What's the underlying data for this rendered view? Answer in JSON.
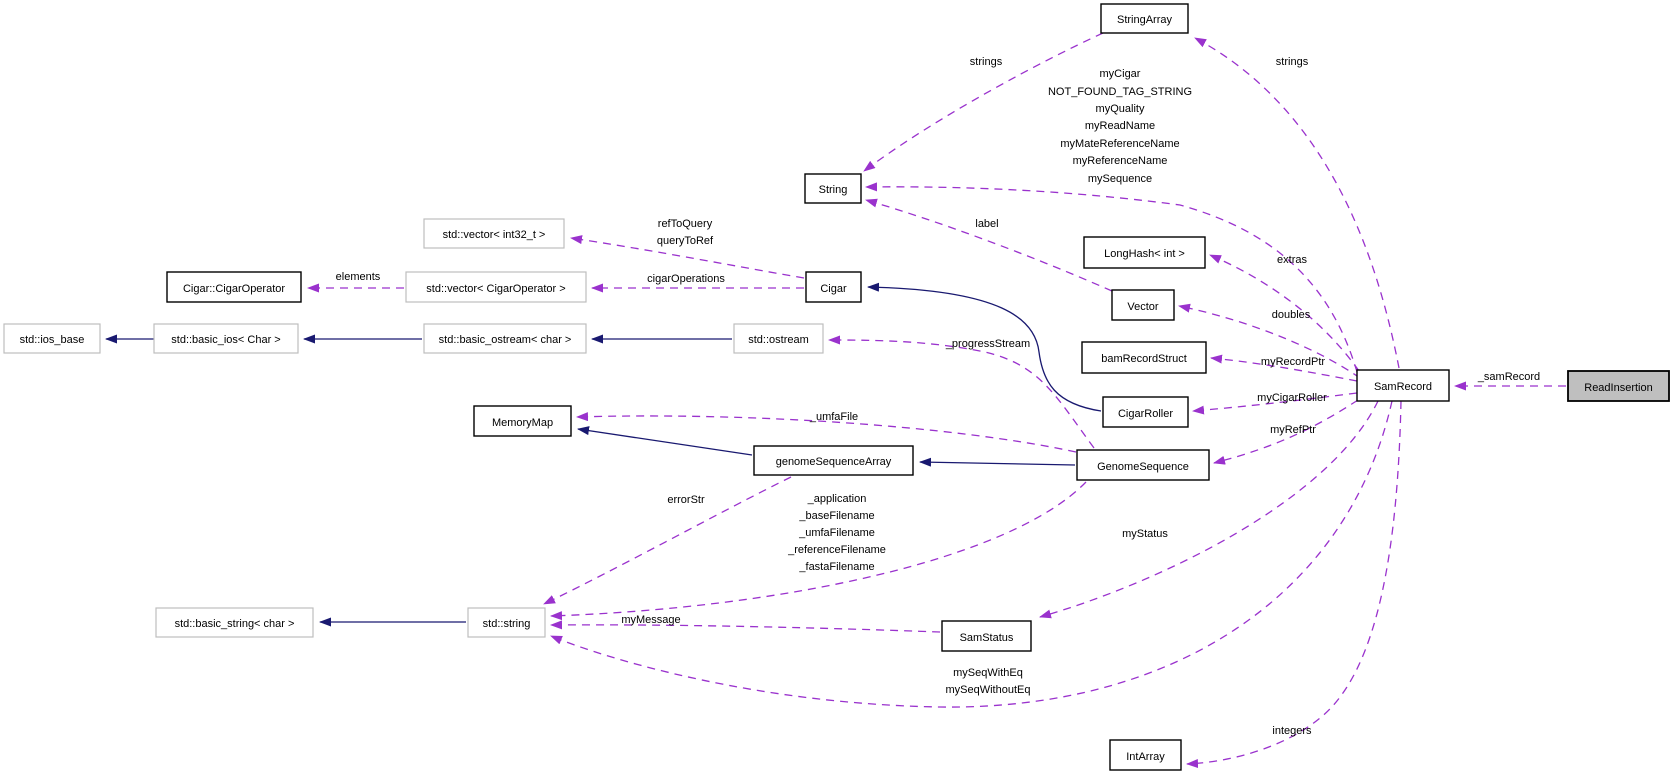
{
  "diagram": {
    "kind": "collaboration-graph",
    "nodes": {
      "stringArray": "StringArray",
      "string": "String",
      "vectorInt32": "std::vector< int32_t >",
      "cigarOperator": "Cigar::CigarOperator",
      "vectorCigarOperator": "std::vector< CigarOperator >",
      "cigar": "Cigar",
      "iosBase": "std::ios_base",
      "basicIos": "std::basic_ios< Char >",
      "basicOstream": "std::basic_ostream< char >",
      "ostream": "std::ostream",
      "longHash": "LongHash< int >",
      "vector": "Vector",
      "bamRecordStruct": "bamRecordStruct",
      "cigarRoller": "CigarRoller",
      "samRecord": "SamRecord",
      "readInsertion": "ReadInsertion",
      "memoryMap": "MemoryMap",
      "genomeSequenceArray": "genomeSequenceArray",
      "genomeSequence": "GenomeSequence",
      "basicString": "std::basic_string< char >",
      "stdString": "std::string",
      "samStatus": "SamStatus",
      "intArray": "IntArray"
    },
    "edge_labels": {
      "stringsLeft": "strings",
      "stringsRight": "strings",
      "samRecordStringFields": [
        "myCigar",
        "NOT_FOUND_TAG_STRING",
        "myQuality",
        "myReadName",
        "myMateReferenceName",
        "myReferenceName",
        "mySequence"
      ],
      "label": "label",
      "refToQuery": "refToQuery",
      "queryToRef": "queryToRef",
      "cigarOperations": "cigarOperations",
      "elements": "elements",
      "progressStream": "_progressStream",
      "extras": "extras",
      "doubles": "doubles",
      "myRecordPtr": "myRecordPtr",
      "myCigarRoller": "myCigarRoller",
      "myRefPtr": "myRefPtr",
      "samRecordRef": "_samRecord",
      "umfaFile": "_umfaFile",
      "errorStr": "errorStr",
      "genomeFilenames": [
        "_application",
        "_baseFilename",
        "_umfaFilename",
        "_referenceFilename",
        "_fastaFilename"
      ],
      "myStatus": "myStatus",
      "myMessage": "myMessage",
      "seqFields": [
        "mySeqWithEq",
        "mySeqWithoutEq"
      ],
      "integers": "integers"
    },
    "edges": [
      {
        "from": "StringArray",
        "to": "String",
        "label": "strings",
        "type": "usage"
      },
      {
        "from": "SamRecord",
        "to": "StringArray",
        "label": "strings",
        "type": "usage"
      },
      {
        "from": "SamRecord",
        "to": "String",
        "label": "myCigar NOT_FOUND_TAG_STRING myQuality myReadName myMateReferenceName myReferenceName mySequence",
        "type": "usage"
      },
      {
        "from": "Vector",
        "to": "String",
        "label": "label",
        "type": "usage"
      },
      {
        "from": "SamRecord",
        "to": "LongHash< int >",
        "label": "extras",
        "type": "usage"
      },
      {
        "from": "SamRecord",
        "to": "Vector",
        "label": "doubles",
        "type": "usage"
      },
      {
        "from": "SamRecord",
        "to": "bamRecordStruct",
        "label": "myRecordPtr",
        "type": "usage"
      },
      {
        "from": "SamRecord",
        "to": "CigarRoller",
        "label": "myCigarRoller",
        "type": "usage"
      },
      {
        "from": "SamRecord",
        "to": "GenomeSequence",
        "label": "myRefPtr",
        "type": "usage"
      },
      {
        "from": "SamRecord",
        "to": "SamStatus",
        "label": "myStatus",
        "type": "usage"
      },
      {
        "from": "SamRecord",
        "to": "std::string",
        "label": "mySeqWithEq mySeqWithoutEq",
        "type": "usage"
      },
      {
        "from": "SamRecord",
        "to": "IntArray",
        "label": "integers",
        "type": "usage"
      },
      {
        "from": "SamStatus",
        "to": "std::string",
        "label": "myMessage",
        "type": "usage"
      },
      {
        "from": "GenomeSequence",
        "to": "std::string",
        "label": "_application _baseFilename _umfaFilename _referenceFilename _fastaFilename",
        "type": "usage"
      },
      {
        "from": "genomeSequenceArray",
        "to": "std::string",
        "label": "errorStr",
        "type": "usage"
      },
      {
        "from": "GenomeSequence",
        "to": "MemoryMap",
        "label": "_umfaFile",
        "type": "usage"
      },
      {
        "from": "GenomeSequence",
        "to": "std::ostream",
        "label": "_progressStream",
        "type": "usage"
      },
      {
        "from": "Cigar",
        "to": "std::vector< int32_t >",
        "label": "refToQuery queryToRef",
        "type": "usage"
      },
      {
        "from": "Cigar",
        "to": "std::vector< CigarOperator >",
        "label": "cigarOperations",
        "type": "usage"
      },
      {
        "from": "std::vector< CigarOperator >",
        "to": "Cigar::CigarOperator",
        "label": "elements",
        "type": "usage"
      },
      {
        "from": "ReadInsertion",
        "to": "SamRecord",
        "label": "_samRecord",
        "type": "usage"
      },
      {
        "from": "std::basic_ios< Char >",
        "to": "std::ios_base",
        "type": "inheritance"
      },
      {
        "from": "std::basic_ostream< char >",
        "to": "std::basic_ios< Char >",
        "type": "inheritance"
      },
      {
        "from": "std::ostream",
        "to": "std::basic_ostream< char >",
        "type": "inheritance"
      },
      {
        "from": "CigarRoller",
        "to": "Cigar",
        "type": "inheritance"
      },
      {
        "from": "GenomeSequence",
        "to": "genomeSequenceArray",
        "type": "inheritance"
      },
      {
        "from": "genomeSequenceArray",
        "to": "MemoryMap",
        "type": "inheritance"
      },
      {
        "from": "std::string",
        "to": "std::basic_string< char >",
        "type": "inheritance"
      }
    ],
    "colors": {
      "usage_edge": "#9a32cd",
      "inheritance_edge": "#191970",
      "node_border": "#000000",
      "external_node_border": "#bebebe",
      "current_node_fill": "#bfbfbf",
      "node_fill": "#ffffff"
    }
  }
}
